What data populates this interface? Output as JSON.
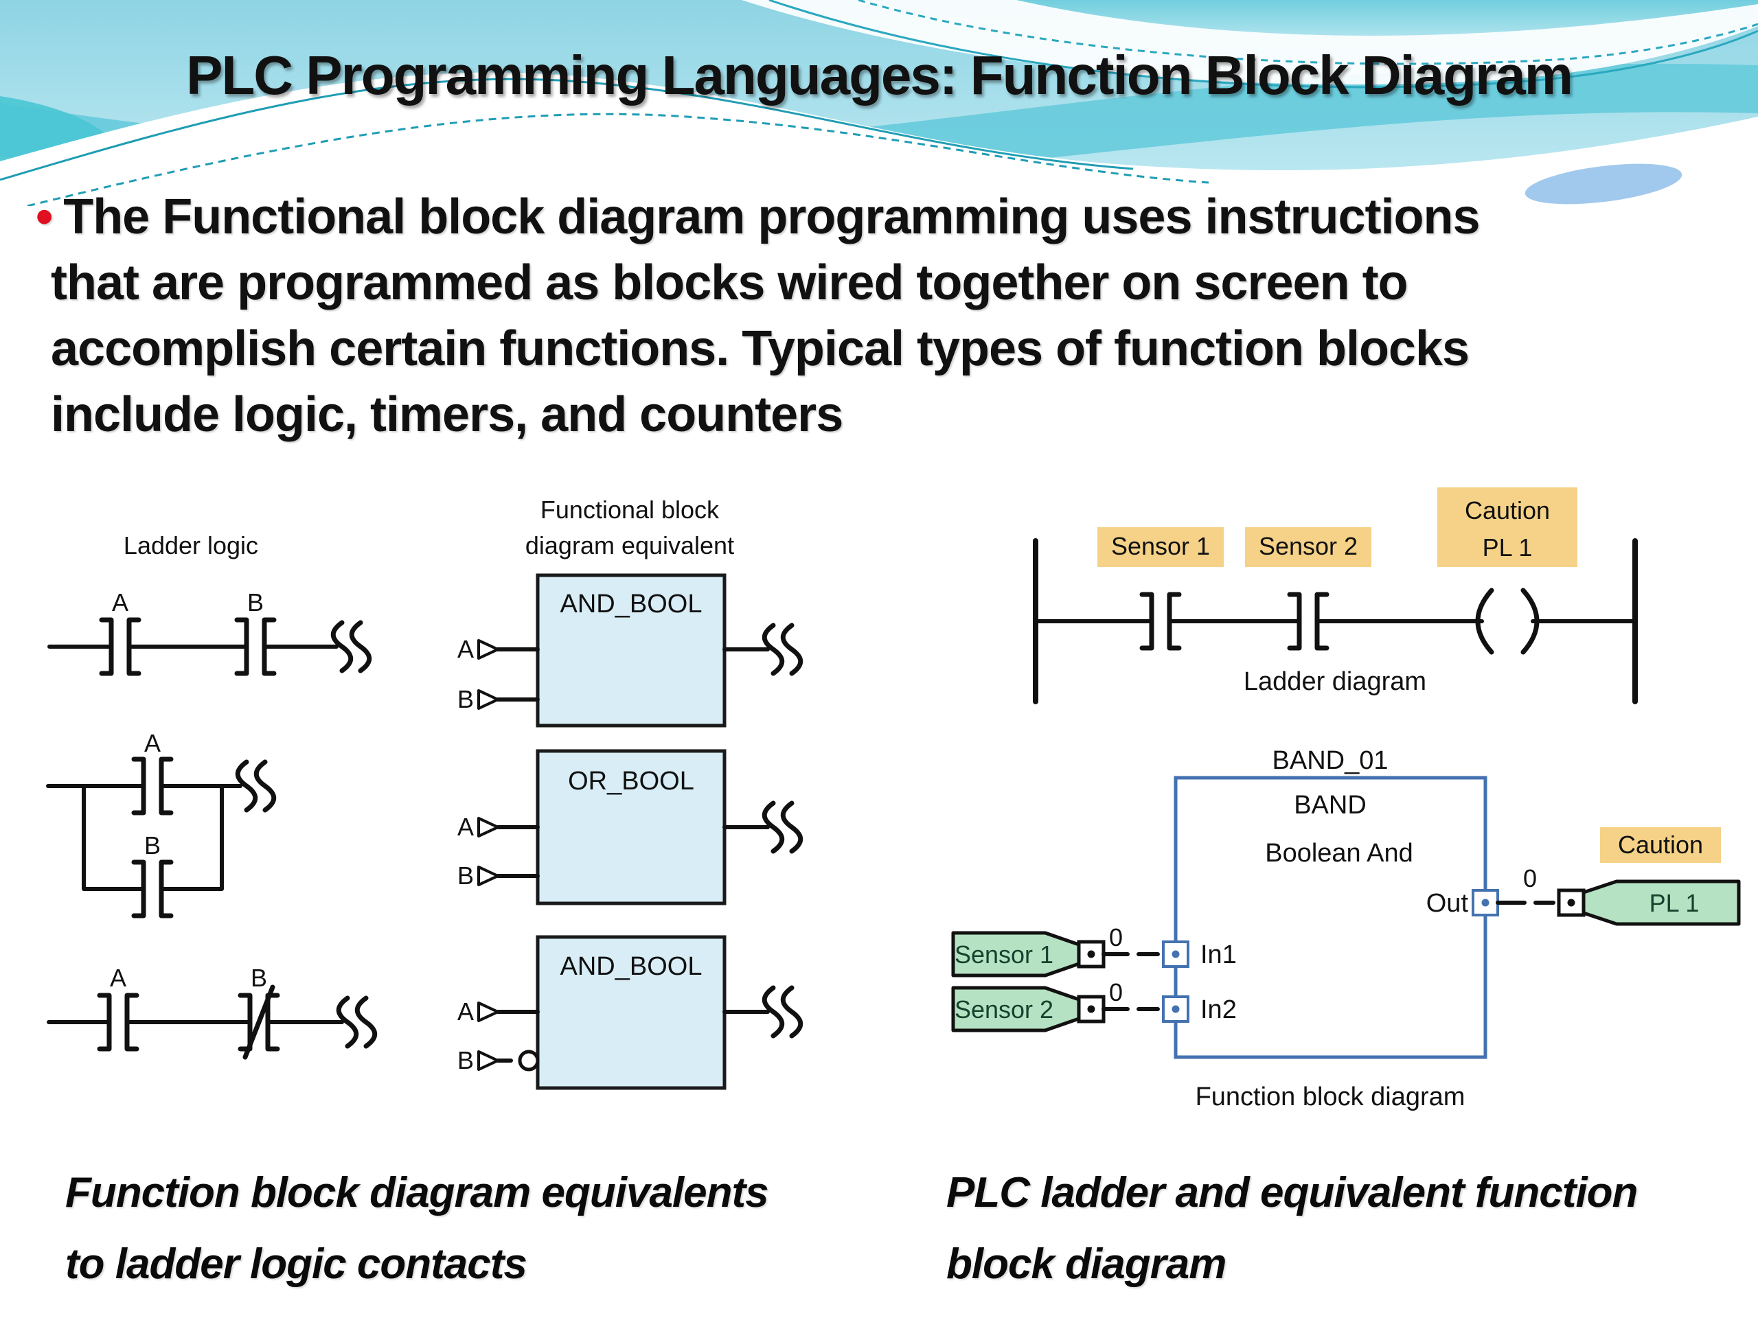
{
  "slide": {
    "title": "PLC Programming Languages: Function Block Diagram"
  },
  "body": {
    "bullet": "•",
    "lines": [
      "The Functional block diagram programming uses instructions",
      "that are programmed as blocks wired together on screen to",
      "accomplish certain functions. Typical types of function blocks",
      "include logic, timers, and counters"
    ]
  },
  "left_panel": {
    "ladder_label": "Ladder logic",
    "fbd_label_line1": "Functional block",
    "fbd_label_line2": "diagram equivalent",
    "rows": [
      {
        "input_a": "A",
        "input_b": "B",
        "block": "AND_BOOL"
      },
      {
        "input_a": "A",
        "input_b": "B",
        "block": "OR_BOOL"
      },
      {
        "input_a": "A",
        "input_b": "B",
        "block": "AND_BOOL"
      }
    ],
    "caption_line1": "Function block diagram equivalents",
    "caption_line2": "to ladder logic contacts"
  },
  "right_panel": {
    "ladder": {
      "sensor1": "Sensor 1",
      "sensor2": "Sensor 2",
      "caution_line1": "Caution",
      "caution_line2": "PL 1",
      "caption": "Ladder diagram"
    },
    "fbd": {
      "instance": "BAND_01",
      "type": "BAND",
      "description": "Boolean And",
      "in1": "In1",
      "in2": "In2",
      "out": "Out",
      "in1_value": "0",
      "in2_value": "0",
      "out_value": "0",
      "sensor1": "Sensor 1",
      "sensor2": "Sensor 2",
      "caution": "Caution",
      "pl1": "PL 1",
      "caption": "Function block diagram"
    },
    "caption_line1": "PLC ladder and equivalent function",
    "caption_line2": "block diagram"
  },
  "colors": {
    "accent_red": "#e01020",
    "block_fill": "#d8edf6",
    "tag_green": "#b5e2c2",
    "label_tan": "#f5d287",
    "band_blue": "#4472b0",
    "header_teal": "#7ccfe0"
  }
}
